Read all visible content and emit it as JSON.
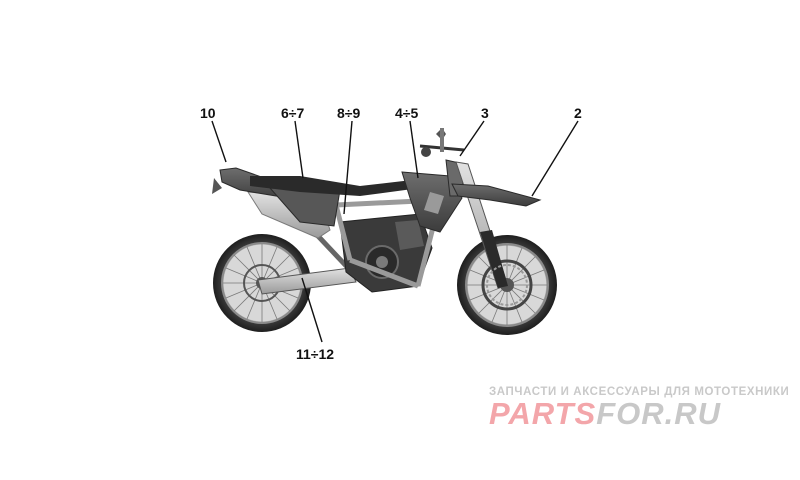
{
  "callouts": [
    {
      "id": "c10",
      "label": "10"
    },
    {
      "id": "c67",
      "label": "6÷7"
    },
    {
      "id": "c89",
      "label": "8÷9"
    },
    {
      "id": "c45",
      "label": "4÷5"
    },
    {
      "id": "c3",
      "label": "3"
    },
    {
      "id": "c2",
      "label": "2"
    },
    {
      "id": "c1112",
      "label": "11÷12"
    }
  ],
  "watermark": {
    "caption": "ЗАПЧАСТИ И АКСЕССУАРЫ ДЛЯ МОТОТЕХНИКИ",
    "logo_part1": "PARTS",
    "logo_part2": "FOR.RU"
  },
  "colors": {
    "logo_accent": "#f3a6aa",
    "logo_secondary": "#c8c8c8",
    "line_art": "#111111"
  }
}
